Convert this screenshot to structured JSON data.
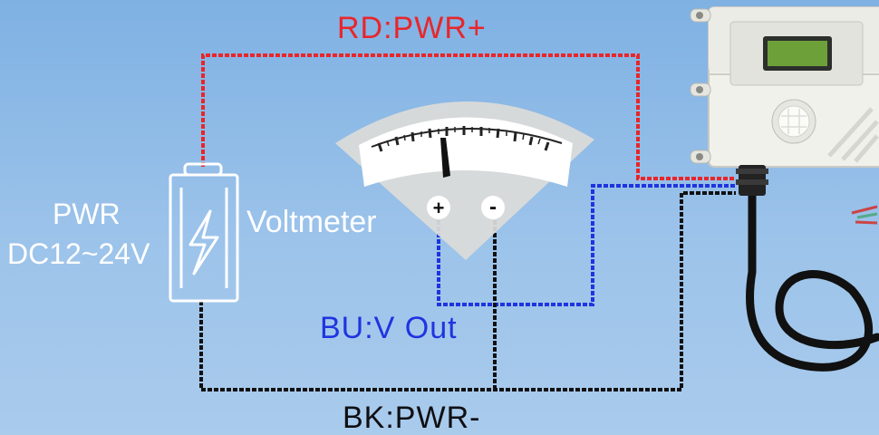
{
  "wires": {
    "red_label": "RD:PWR+",
    "blue_label": "BU:V Out",
    "black_label": "BK:PWR-"
  },
  "power": {
    "label_line1": "PWR",
    "label_line2": "DC12~24V"
  },
  "meter": {
    "label": "Voltmeter",
    "plus_symbol": "+",
    "minus_symbol": "-"
  },
  "colors": {
    "red_wire": "#e8262b",
    "blue_wire": "#1f34e0",
    "black_wire": "#111111",
    "background": "#8dbbe8"
  },
  "icons": {
    "battery": "battery-icon",
    "lightning": "lightning-icon",
    "meter": "analog-voltmeter-icon",
    "sensor": "sensor-device-image"
  }
}
